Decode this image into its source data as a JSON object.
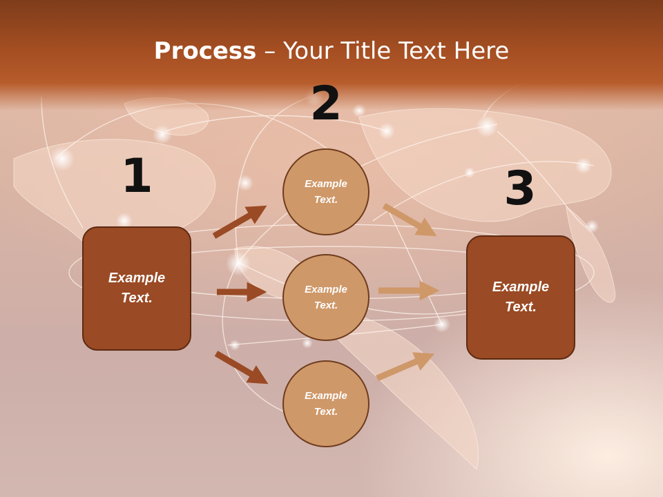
{
  "title": {
    "bold": "Process",
    "separator": " – ",
    "rest": "Your Title Text Here"
  },
  "steps": {
    "one": "1",
    "two": "2",
    "three": "3"
  },
  "left_box": {
    "text": "Example\nText."
  },
  "right_box": {
    "text": "Example\nText."
  },
  "circles": [
    {
      "text": "Example\nText."
    },
    {
      "text": "Example\nText."
    },
    {
      "text": "Example\nText."
    }
  ],
  "colors": {
    "title_band": "#a44e22",
    "box_fill": "#9a4a24",
    "circle_fill": "#cf9869",
    "arrow_dark": "#9a4a24",
    "arrow_light": "#cf9869"
  }
}
